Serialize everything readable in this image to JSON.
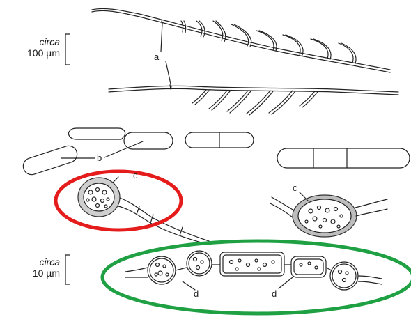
{
  "scale_bars": [
    {
      "qualifier": "circa",
      "value": "100 µm"
    },
    {
      "qualifier": "circa",
      "value": "10 µm"
    }
  ],
  "labels": {
    "a": "a",
    "b": "b",
    "c_top": "c",
    "c_right": "c",
    "d_left": "d",
    "d_right": "d"
  },
  "highlights": {
    "red_ellipse_color": "#e51c1c",
    "green_ellipse_color": "#1fa043"
  }
}
